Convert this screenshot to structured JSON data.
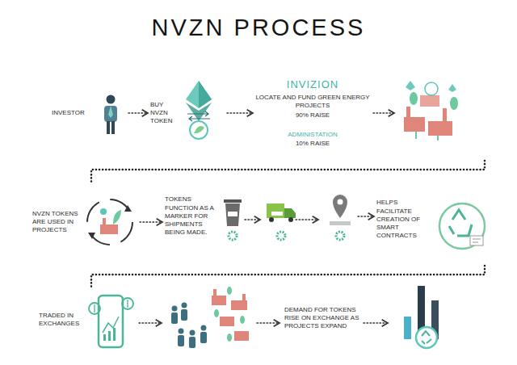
{
  "diagram": {
    "title": "NVZN PROCESS",
    "nodes": [
      {
        "text": [
          "INVESTOR"
        ]
      },
      {
        "text": [
          "BUY NVZN TOKEN"
        ]
      },
      {
        "text": [
          "INVIZION",
          "LOCATE AND FUND GREEN ENERGY PROJECTS",
          "90% RAISE",
          "ADMINISTATION",
          "10% RAISE"
        ]
      },
      {
        "text": [
          "NVZN TOKENS ARE USED IN PROJECTS"
        ]
      },
      {
        "text": [
          "TOKENS FUNCTION AS A MARKER FOR SHIPMENTS BEING MADE."
        ]
      },
      {
        "text": [
          "HELPS FACILITATE CREATION OF SMART CONTRACTS"
        ]
      },
      {
        "text": [
          "TRADED IN EXCHANGES"
        ]
      },
      {
        "text": [
          "DEMAND FOR TOKENS RISE ON EXCHANGE AS PROJECTS EXPAND"
        ]
      }
    ],
    "edges": [
      {
        "from": 0,
        "to": 1,
        "arrow": "to"
      },
      {
        "from": 1,
        "to": 2,
        "arrow": "to"
      },
      {
        "from": 3,
        "to": 4,
        "arrow": "to"
      },
      {
        "from": 4,
        "to": 5,
        "arrow": "to"
      }
    ]
  }
}
